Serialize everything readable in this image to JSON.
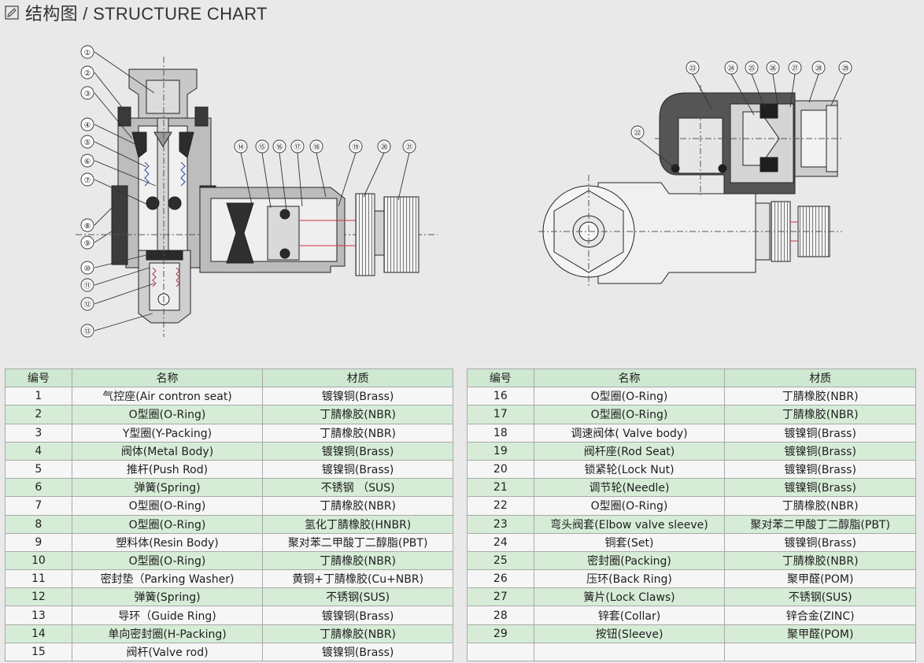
{
  "header": {
    "title": "结构图 / STRUCTURE CHART",
    "icon": "edit-icon"
  },
  "callouts_left": [
    "①",
    "②",
    "③",
    "④",
    "⑤",
    "⑥",
    "⑦",
    "⑧",
    "⑨",
    "⑩",
    "⑪",
    "⑫",
    "⑬",
    "⑭",
    "⑮",
    "⑯",
    "⑰",
    "⑱",
    "⑲",
    "⑳",
    "㉑"
  ],
  "callouts_right": [
    "㉓",
    "㉔",
    "㉕",
    "㉖",
    "㉗",
    "㉘",
    "㉙",
    "㉒"
  ],
  "table_left": {
    "headers": [
      "编号",
      "名称",
      "材质"
    ],
    "rows": [
      [
        "1",
        "气控座(Air contron seat)",
        "镀镍铜(Brass)"
      ],
      [
        "2",
        "O型圈(O-Ring)",
        "丁腈橡胶(NBR)"
      ],
      [
        "3",
        "Y型圈(Y-Packing)",
        "丁腈橡胶(NBR)"
      ],
      [
        "4",
        "阀体(Metal Body)",
        "镀镍铜(Brass)"
      ],
      [
        "5",
        "推杆(Push Rod)",
        "镀镍铜(Brass)"
      ],
      [
        "6",
        "弹簧(Spring)",
        "不锈钢 （SUS)"
      ],
      [
        "7",
        "O型圈(O-Ring)",
        "丁腈橡胶(NBR)"
      ],
      [
        "8",
        "O型圈(O-Ring)",
        "氢化丁腈橡胶(HNBR)"
      ],
      [
        "9",
        "塑料体(Resin Body)",
        "聚对苯二甲酸丁二醇脂(PBT)"
      ],
      [
        "10",
        "O型圈(O-Ring)",
        "丁腈橡胶(NBR)"
      ],
      [
        "11",
        "密封垫（Parking Washer)",
        "黄铜+丁腈橡胶(Cu+NBR)"
      ],
      [
        "12",
        "弹簧(Spring)",
        "不锈钢(SUS)"
      ],
      [
        "13",
        "导环（Guide Ring)",
        "镀镍铜(Brass)"
      ],
      [
        "14",
        "单向密封圈(H-Packing)",
        "丁腈橡胶(NBR)"
      ],
      [
        "15",
        "阀杆(Valve rod)",
        "镀镍铜(Brass)"
      ]
    ]
  },
  "table_right": {
    "headers": [
      "编号",
      "名称",
      "材质"
    ],
    "rows": [
      [
        "16",
        "O型圈(O-Ring)",
        "丁腈橡胶(NBR)"
      ],
      [
        "17",
        "O型圈(O-Ring)",
        "丁腈橡胶(NBR)"
      ],
      [
        "18",
        "调速阀体( Valve body)",
        "镀镍铜(Brass)"
      ],
      [
        "19",
        "阀杆座(Rod Seat)",
        "镀镍铜(Brass)"
      ],
      [
        "20",
        "锁紧轮(Lock Nut)",
        "镀镍铜(Brass)"
      ],
      [
        "21",
        "调节轮(Needle)",
        "镀镍铜(Brass)"
      ],
      [
        "22",
        "O型圈(O-Ring)",
        "丁腈橡胶(NBR)"
      ],
      [
        "23",
        "弯头阀套(Elbow valve sleeve)",
        "聚对苯二甲酸丁二醇脂(PBT)"
      ],
      [
        "24",
        "铜套(Set)",
        "镀镍铜(Brass)"
      ],
      [
        "25",
        "密封圈(Packing)",
        "丁腈橡胶(NBR)"
      ],
      [
        "26",
        "压环(Back Ring)",
        "聚甲醛(POM)"
      ],
      [
        "27",
        "簧片(Lock Claws)",
        "不锈钢(SUS)"
      ],
      [
        "28",
        "锌套(Collar)",
        "锌合金(ZINC)"
      ],
      [
        "29",
        "按钮(Sleeve)",
        "聚甲醛(POM)"
      ],
      [
        "",
        "",
        ""
      ]
    ]
  }
}
